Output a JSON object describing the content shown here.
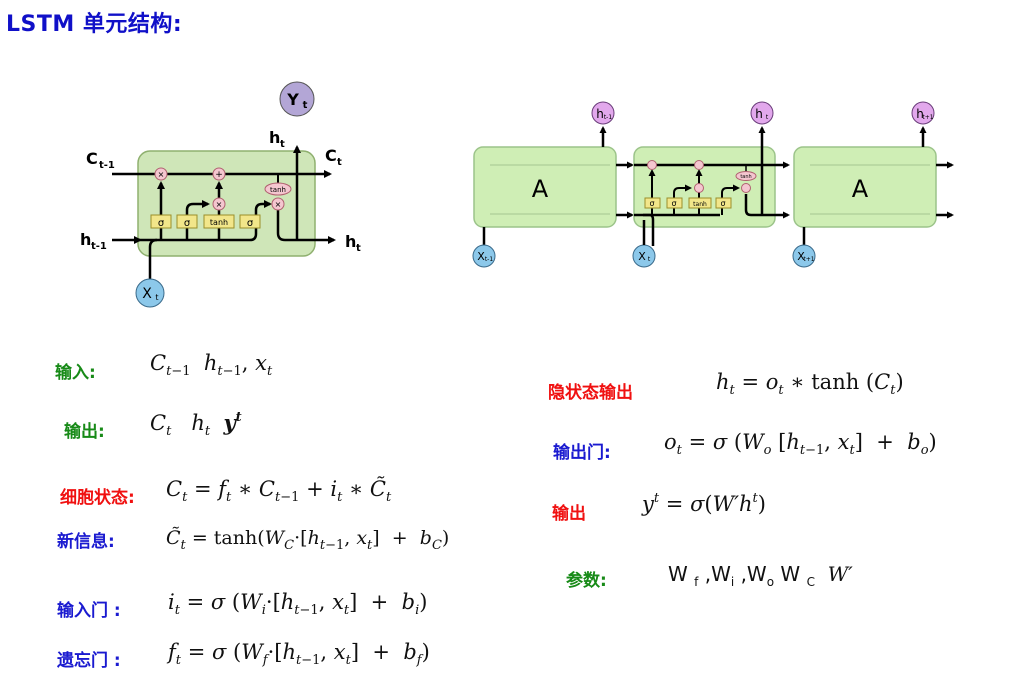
{
  "title": "LSTM 单元结构:",
  "diagram_cell": {
    "labels": {
      "c_prev": "C",
      "c_prev_sub": "t-1",
      "c_next": "C",
      "c_next_sub": "t",
      "h_prev": "h",
      "h_prev_sub": "t-1",
      "h_next": "h",
      "h_next_sub": "t",
      "h_up": "h",
      "h_up_sub": "t",
      "y": "Y",
      "y_sub": "t",
      "x": "X",
      "x_sub": "t"
    },
    "gates": [
      "σ",
      "σ",
      "tanh",
      "σ"
    ],
    "ops": {
      "mul": "×",
      "add": "+",
      "tanh": "tanh"
    }
  },
  "diagram_chain": {
    "cells": [
      {
        "label": "A",
        "h": "h",
        "h_sub": "t-1",
        "x": "X",
        "x_sub": "t-1"
      },
      {
        "label": "",
        "h": "h",
        "h_sub": "t",
        "x": "X",
        "x_sub": "t"
      },
      {
        "label": "A",
        "h": "h",
        "h_sub": "t+1",
        "x": "X",
        "x_sub": "t+1"
      }
    ],
    "gates": [
      "σ",
      "σ",
      "tanh",
      "σ"
    ],
    "ops": {
      "mul": "×",
      "add": "+",
      "tanh": "tanh"
    }
  },
  "colors": {
    "title": "#1010c8",
    "green_label": "#178a17",
    "red_label": "#f01010",
    "blue_label": "#1a1ad0",
    "cell_fill": "#cfe6b8",
    "cell_stroke": "#8fb06f",
    "gate_fill": "#f2e68a",
    "op_fill": "#f4c6cf",
    "x_fill": "#8cc8ea",
    "y_fill": "#b3a6d6",
    "h_fill": "#e2a8ec"
  },
  "formulas_left": {
    "input_label": "输入:",
    "output_label": "输出:",
    "cell_state_label": "细胞状态:",
    "new_info_label": "新信息:",
    "input_gate_label": "输入门 :",
    "forget_gate_label": "遗忘门 :"
  },
  "formulas_right": {
    "hidden_output_label": "隐状态输出",
    "output_gate_label": "输出门:",
    "output_label": "输出",
    "params_label": "参数:"
  }
}
